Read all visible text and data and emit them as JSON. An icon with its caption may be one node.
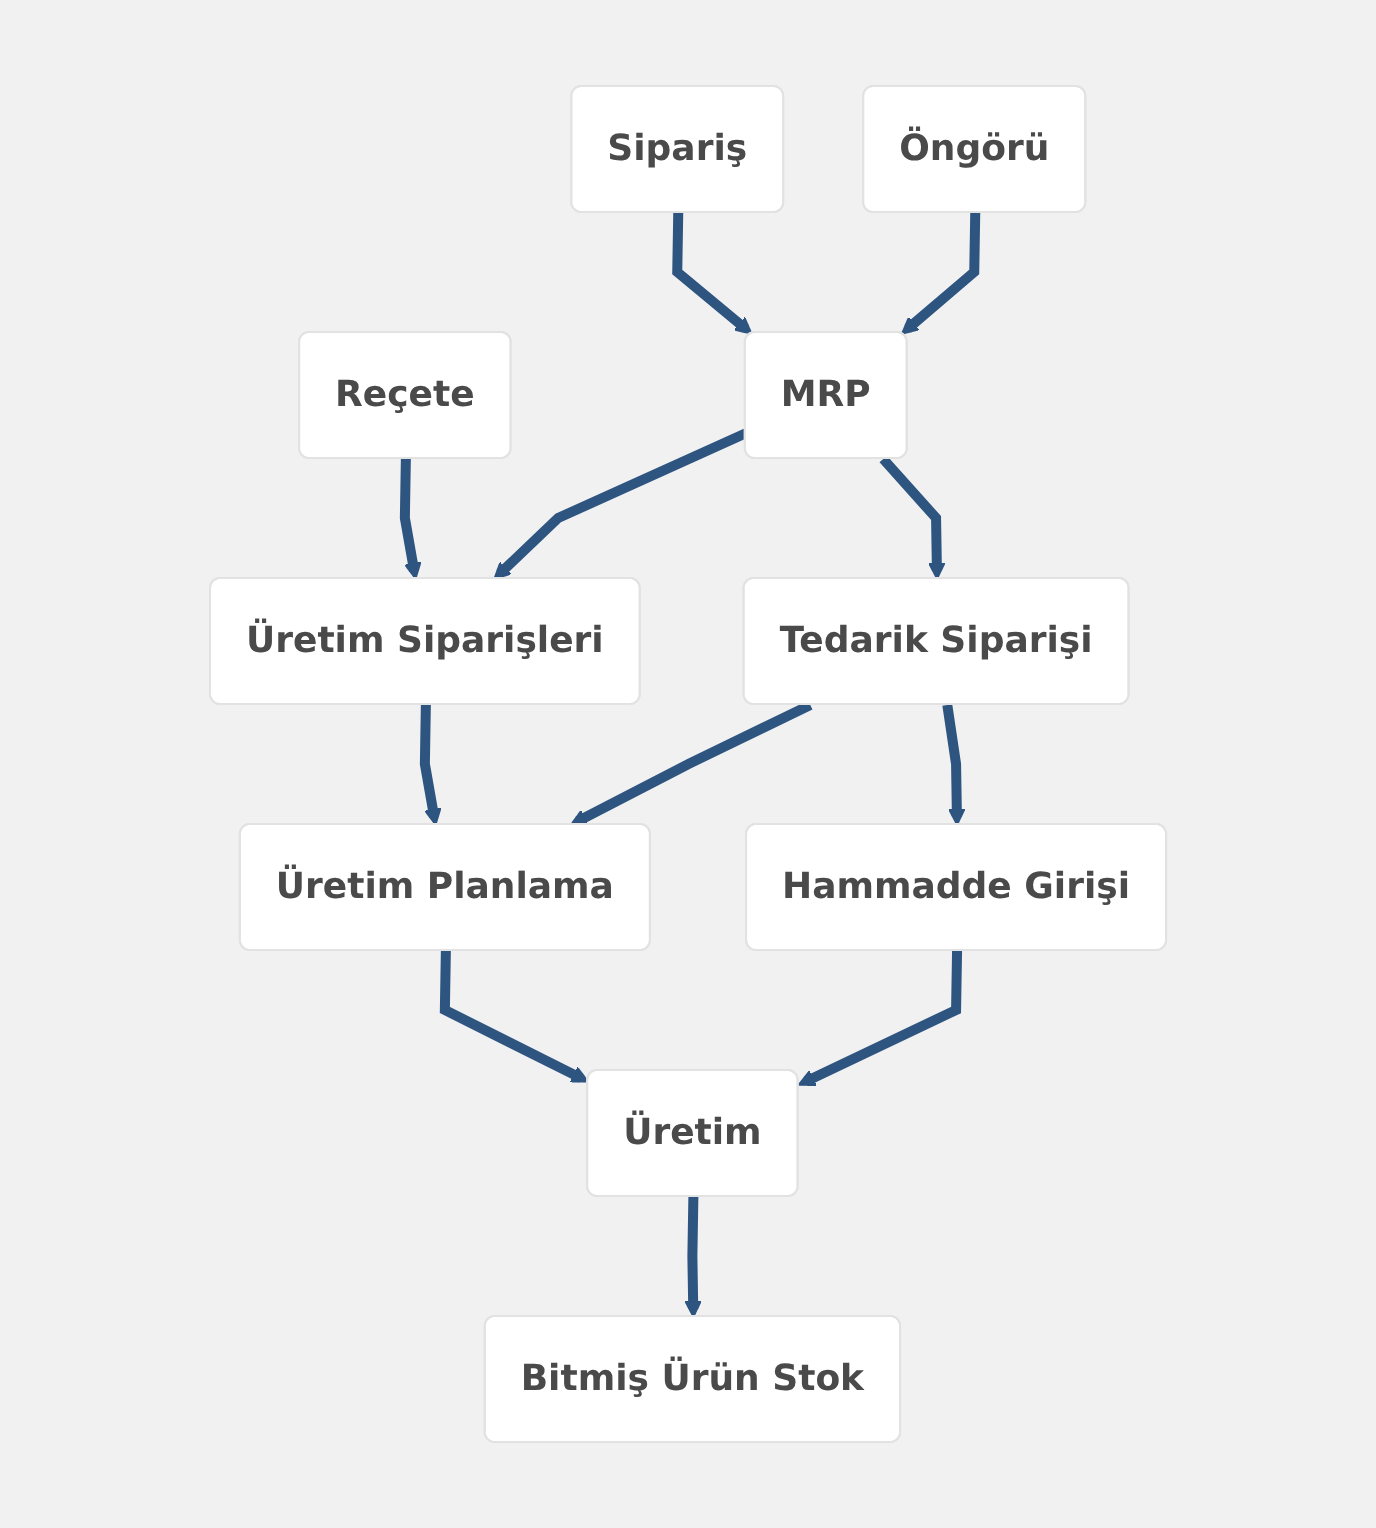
{
  "diagram": {
    "nodes": [
      {
        "text": [
          "Sipariş"
        ]
      },
      {
        "text": [
          "Öngörü"
        ]
      },
      {
        "text": [
          "Reçete"
        ]
      },
      {
        "text": [
          "MRP"
        ]
      },
      {
        "text": [
          "Üretim Siparişleri"
        ]
      },
      {
        "text": [
          "Tedarik Siparişi"
        ]
      },
      {
        "text": [
          "Üretim Planlama"
        ]
      },
      {
        "text": [
          "Hammadde Girişi"
        ]
      },
      {
        "text": [
          "Üretim"
        ]
      },
      {
        "text": [
          "Bitmiş Ürün Stok"
        ]
      }
    ],
    "edges": [
      {
        "from": 0,
        "to": 3,
        "arrow": "to"
      },
      {
        "from": 1,
        "to": 3,
        "arrow": "to"
      },
      {
        "from": 2,
        "to": 4,
        "arrow": "to"
      },
      {
        "from": 3,
        "to": 4,
        "arrow": "to"
      },
      {
        "from": 3,
        "to": 5,
        "arrow": "to"
      },
      {
        "from": 4,
        "to": 6,
        "arrow": "to"
      },
      {
        "from": 5,
        "to": 6,
        "arrow": "to"
      },
      {
        "from": 5,
        "to": 7,
        "arrow": "to"
      },
      {
        "from": 6,
        "to": 8,
        "arrow": "to"
      },
      {
        "from": 7,
        "to": 8,
        "arrow": "to"
      },
      {
        "from": 8,
        "to": 9,
        "arrow": "to"
      }
    ]
  }
}
